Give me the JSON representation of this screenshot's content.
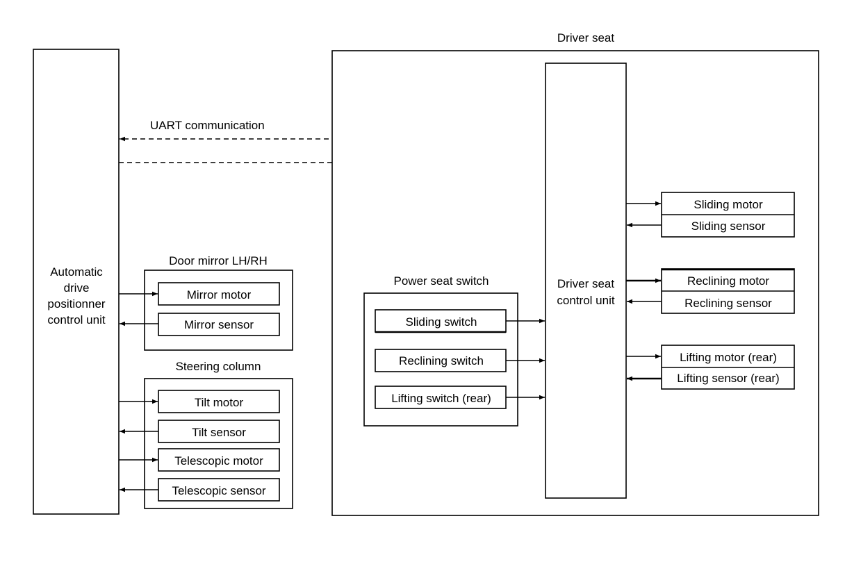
{
  "diagram": {
    "adp_unit": {
      "line1": "Automatic",
      "line2": "drive",
      "line3": "positionner",
      "line4": "control unit"
    },
    "communication_label": "UART communication",
    "door_mirror": {
      "title": "Door mirror LH/RH",
      "motor": "Mirror motor",
      "sensor": "Mirror sensor"
    },
    "steering_column": {
      "title": "Steering column",
      "tilt_motor": "Tilt motor",
      "tilt_sensor": "Tilt sensor",
      "telescopic_motor": "Telescopic motor",
      "telescopic_sensor": "Telescopic sensor"
    },
    "driver_seat": {
      "title": "Driver seat",
      "control_unit_line1": "Driver seat",
      "control_unit_line2": "control unit",
      "power_seat_switch": {
        "title": "Power seat switch",
        "sliding": "Sliding switch",
        "reclining": "Reclining switch",
        "lifting": "Lifting switch (rear)"
      },
      "sliding_motor": "Sliding motor",
      "sliding_sensor": "Sliding sensor",
      "reclining_motor": "Reclining motor",
      "reclining_sensor": "Reclining sensor",
      "lifting_motor": "Lifting motor (rear)",
      "lifting_sensor": "Lifting sensor (rear)"
    }
  }
}
